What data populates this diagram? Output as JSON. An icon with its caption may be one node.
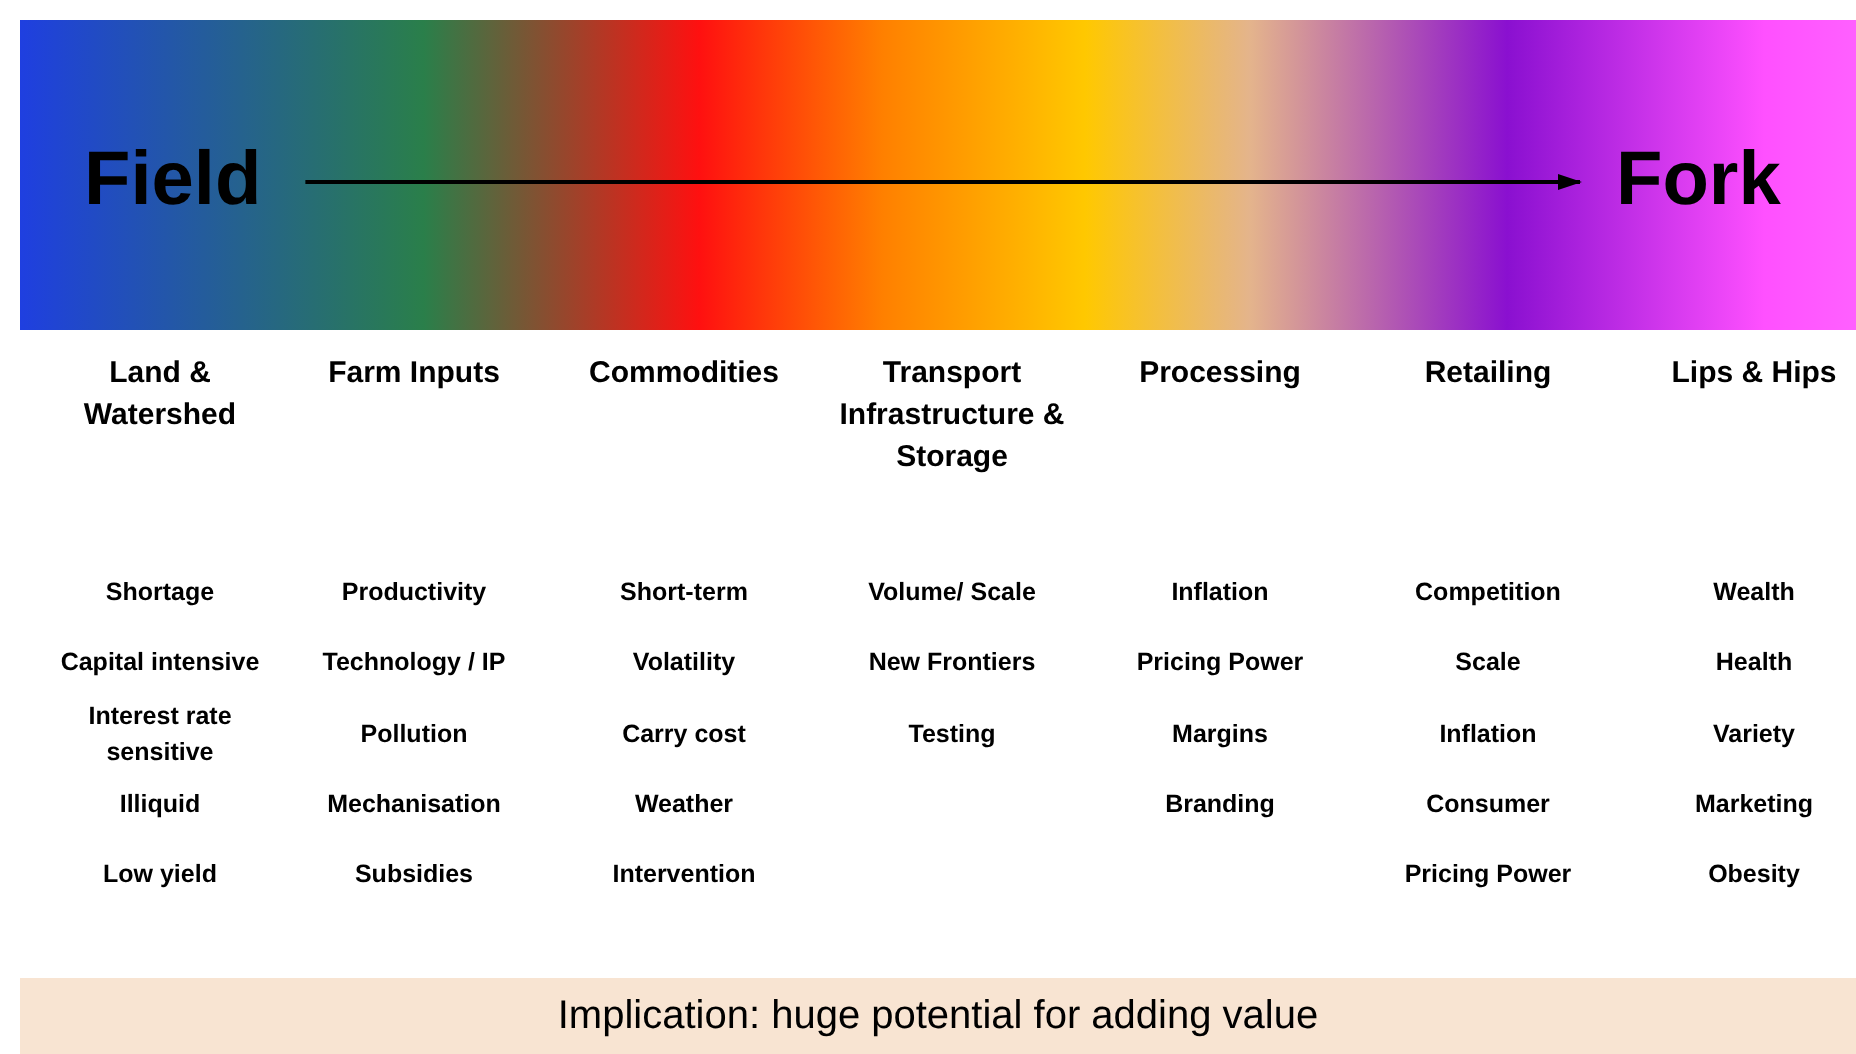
{
  "diagram": {
    "nodes": [
      {
        "text": [
          "Field"
        ]
      },
      {
        "text": [
          "Fork"
        ]
      },
      {
        "text": [
          "Implication: huge potential for adding value"
        ]
      }
    ],
    "edges": [
      {
        "from": 0,
        "to": 1,
        "arrow": "to"
      }
    ],
    "labels": [
      "Land & Watershed",
      "Farm Inputs",
      "Commodities",
      "Transport Infrastructure & Storage",
      "Processing",
      "Retailing",
      "Lips & Hips",
      "Shortage",
      "Productivity",
      "Short-term",
      "Volume/ Scale",
      "Inflation",
      "Competition",
      "Wealth",
      "Capital intensive",
      "Technology / IP",
      "Volatility",
      "New Frontiers",
      "Pricing Power",
      "Scale",
      "Health",
      "Interest rate sensitive",
      "Pollution",
      "Carry cost",
      "Testing",
      "Margins",
      "Inflation",
      "Variety",
      "Illiquid",
      "Mechanisation",
      "Weather",
      "Branding",
      "Consumer",
      "Marketing",
      "Low yield",
      "Subsidies",
      "Intervention",
      "Pricing Power",
      "Obesity"
    ]
  }
}
